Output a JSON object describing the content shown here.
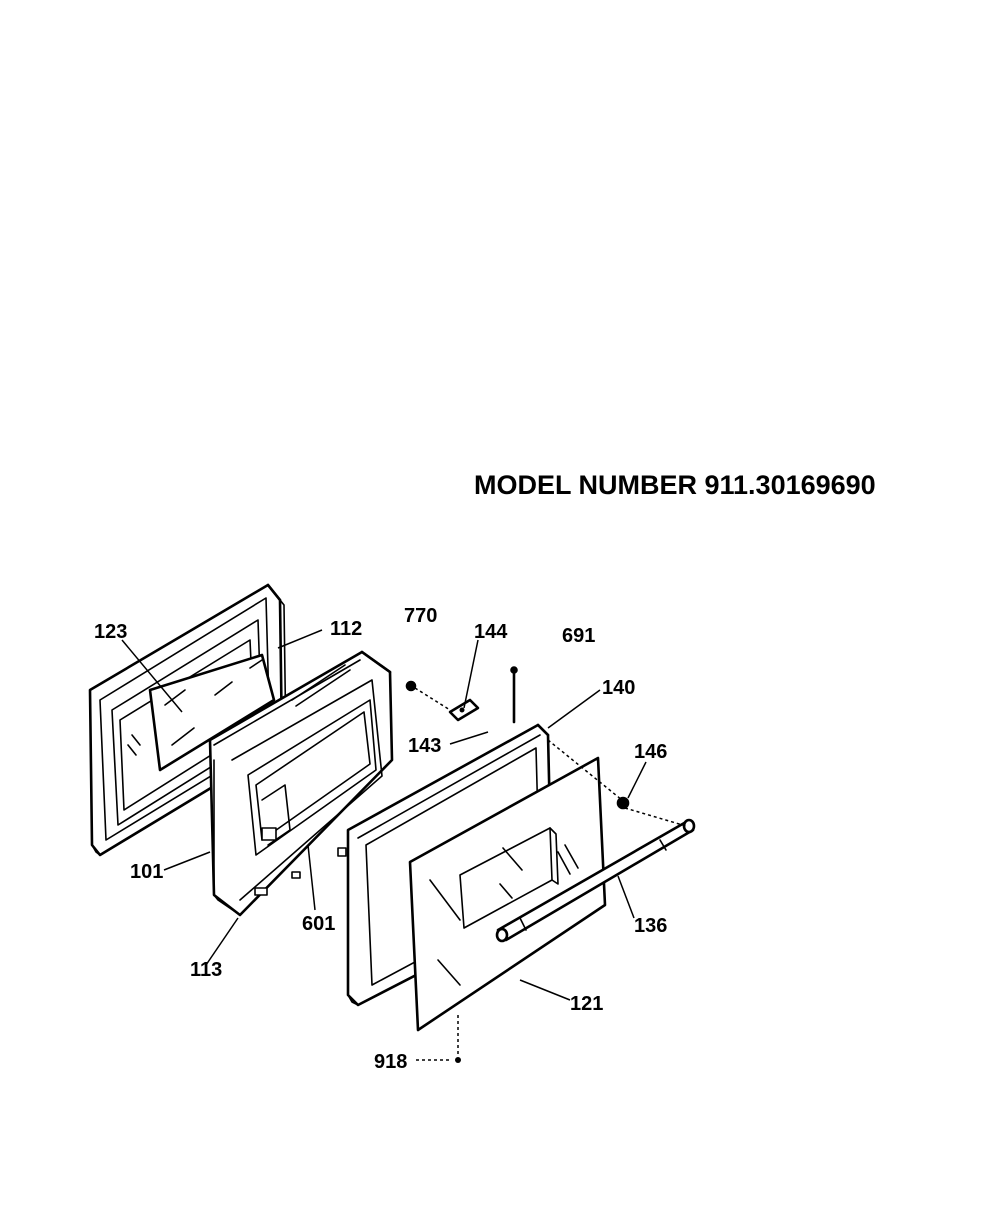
{
  "model_number": "MODEL NUMBER 911.30169690",
  "labels": {
    "p101": "101",
    "p112": "112",
    "p113": "113",
    "p121": "121",
    "p123": "123",
    "p136": "136",
    "p140": "140",
    "p143": "143",
    "p144": "144",
    "p146": "146",
    "p601": "601",
    "p691": "691",
    "p770": "770",
    "p918": "918"
  }
}
